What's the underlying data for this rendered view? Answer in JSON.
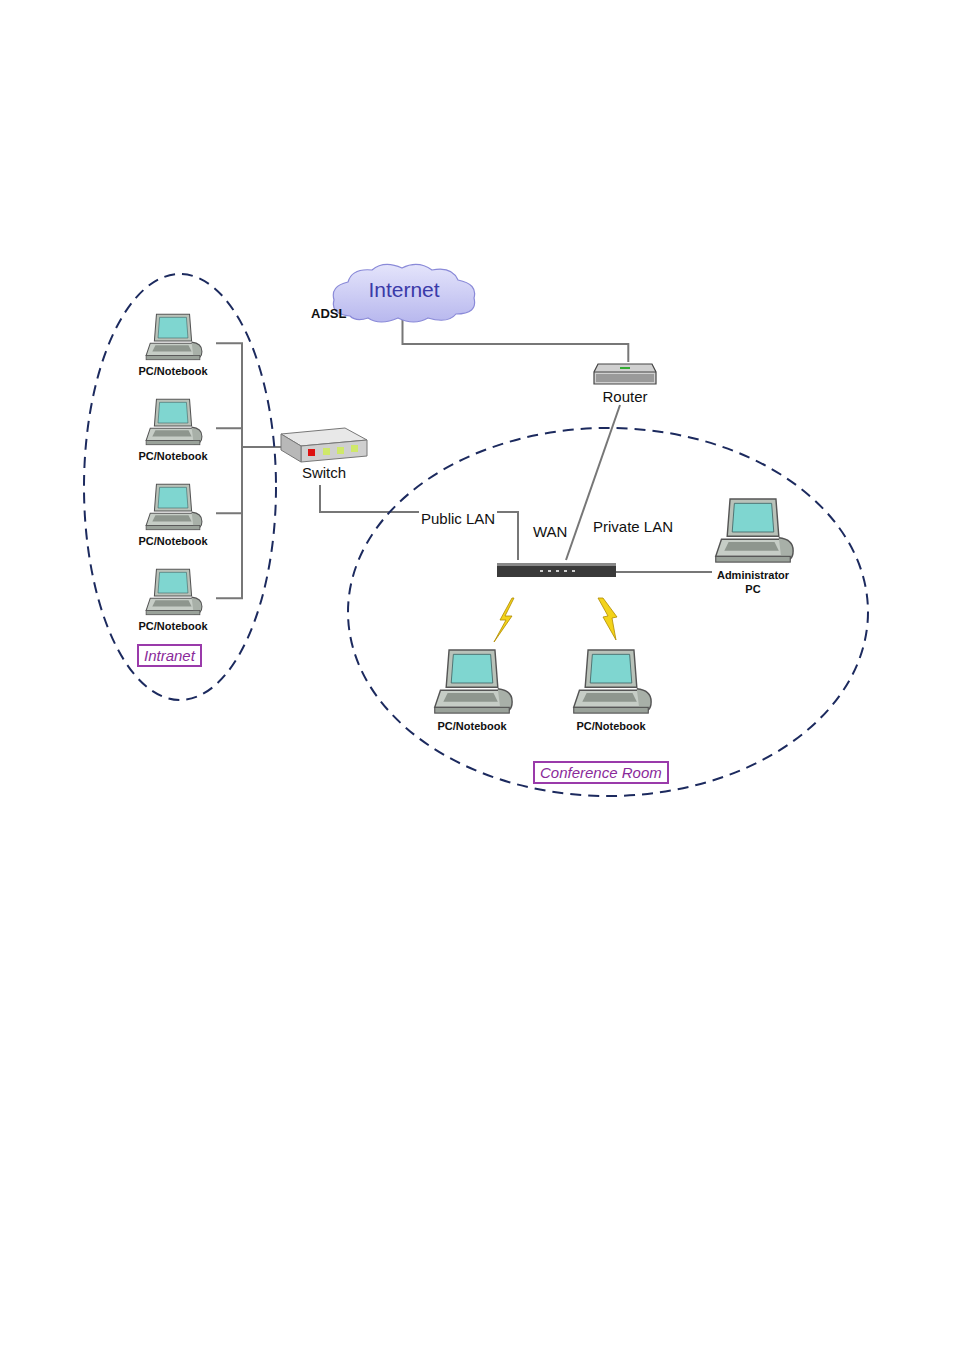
{
  "diagram": {
    "nodes": [
      {
        "text": [
          "Internet"
        ]
      },
      {
        "text": [
          "Router"
        ]
      },
      {
        "text": [
          "Intranet"
        ]
      },
      {
        "text": [
          "PC/Notebook"
        ],
        "in": 2
      },
      {
        "text": [
          "PC/Notebook"
        ],
        "in": 2
      },
      {
        "text": [
          "PC/Notebook"
        ],
        "in": 2
      },
      {
        "text": [
          "PC/Notebook"
        ],
        "in": 2
      },
      {
        "text": [
          "Switch"
        ]
      },
      {
        "text": [
          "Conference Room"
        ]
      },
      {
        "text": [
          "Administrator PC"
        ],
        "in": 8
      },
      {
        "text": [
          "PC/Notebook"
        ],
        "in": 8
      },
      {
        "text": [
          "PC/Notebook"
        ],
        "in": 8
      }
    ],
    "edges": [
      {
        "from": 0,
        "to": 1,
        "arrow": "none"
      },
      {
        "from": 3,
        "to": 7,
        "arrow": "none"
      },
      {
        "from": 4,
        "to": 7,
        "arrow": "none"
      },
      {
        "from": 5,
        "to": 7,
        "arrow": "none"
      },
      {
        "from": 6,
        "to": 7,
        "arrow": "none"
      }
    ],
    "labels": [
      "ADSL",
      "Public LAN",
      "WAN",
      "Private LAN"
    ]
  }
}
